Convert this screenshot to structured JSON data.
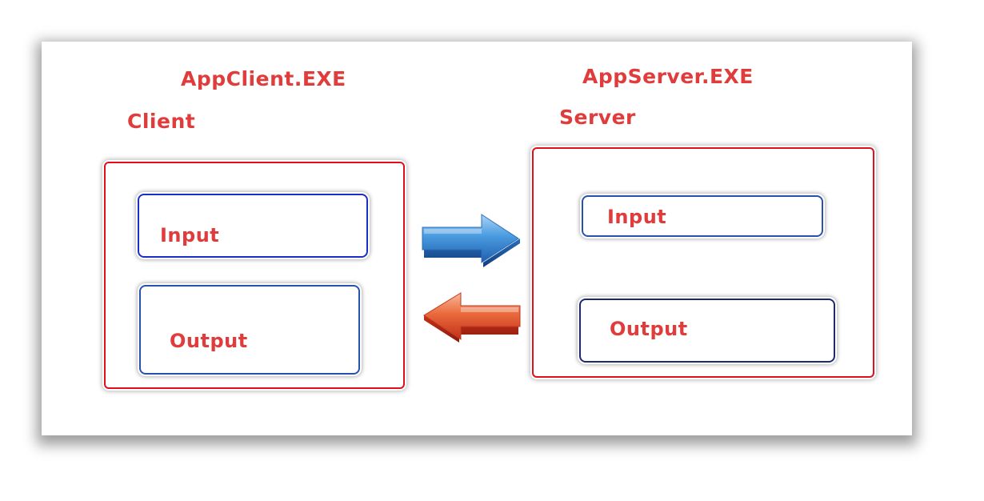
{
  "client": {
    "exe_label": "AppClient.EXE",
    "role_label": "Client",
    "input_label": "Input",
    "output_label": "Output"
  },
  "server": {
    "exe_label": "AppServer.EXE",
    "role_label": "Server",
    "input_label": "Input",
    "output_label": "Output"
  },
  "colors": {
    "label_text": "#e03c3c",
    "container_border": "#e0101a",
    "box_border": "#1a2ec8",
    "request_arrow": "#3a8fd6",
    "response_arrow": "#e0502a"
  },
  "arrows": {
    "request_direction": "right",
    "response_direction": "left"
  }
}
